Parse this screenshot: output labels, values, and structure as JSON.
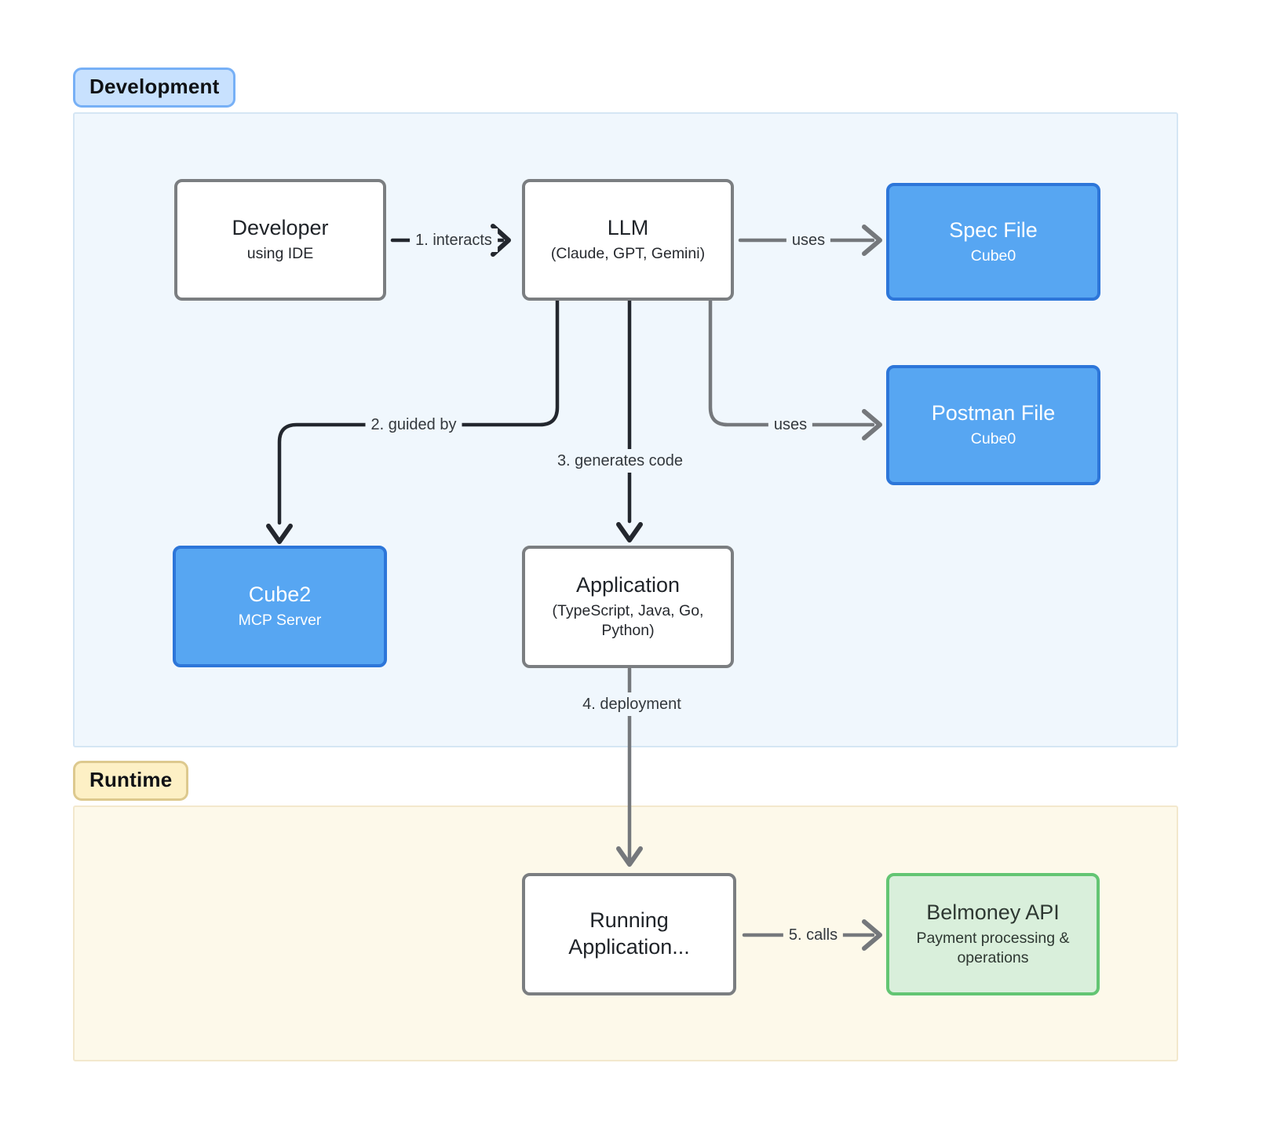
{
  "sections": {
    "development": {
      "label": "Development"
    },
    "runtime": {
      "label": "Runtime"
    }
  },
  "nodes": {
    "developer": {
      "title": "Developer",
      "subtitle": "using IDE"
    },
    "llm": {
      "title": "LLM",
      "subtitle": "(Claude, GPT, Gemini)"
    },
    "spec_file": {
      "title": "Spec File",
      "subtitle": "Cube0"
    },
    "postman_file": {
      "title": "Postman File",
      "subtitle": "Cube0"
    },
    "cube2": {
      "title": "Cube2",
      "subtitle": "MCP Server"
    },
    "application": {
      "title": "Application",
      "subtitle": "(TypeScript, Java, Go, Python)"
    },
    "running_application": {
      "title": "Running Application..."
    },
    "belmoney_api": {
      "title": "Belmoney API",
      "subtitle": "Payment processing & operations"
    }
  },
  "edges": {
    "interacts": {
      "label": "1. interacts",
      "from": "developer",
      "to": "llm"
    },
    "uses_spec": {
      "label": "uses",
      "from": "llm",
      "to": "spec_file"
    },
    "guided_by": {
      "label": "2. guided by",
      "from": "llm",
      "to": "cube2"
    },
    "generates_code": {
      "label": "3. generates code",
      "from": "llm",
      "to": "application"
    },
    "uses_postman": {
      "label": "uses",
      "from": "llm",
      "to": "postman_file"
    },
    "deployment": {
      "label": "4. deployment",
      "from": "application",
      "to": "running_application"
    },
    "calls": {
      "label": "5. calls",
      "from": "running_application",
      "to": "belmoney_api"
    }
  },
  "colors": {
    "node_blue_fill": "#57a6f2",
    "node_blue_border": "#2d76d9",
    "node_green_fill": "#d9efdb",
    "node_green_border": "#63c573",
    "node_white_border": "#7b7e81",
    "arrow_black": "#23272e",
    "arrow_gray": "#75787c",
    "development_section_fill": "#f0f7fd",
    "development_badge_fill": "#c8e1fe",
    "development_badge_border": "#77b0f6",
    "runtime_section_fill": "#fdf9ea",
    "runtime_badge_fill": "#fdf0c5",
    "runtime_badge_border": "#ddc98e"
  }
}
